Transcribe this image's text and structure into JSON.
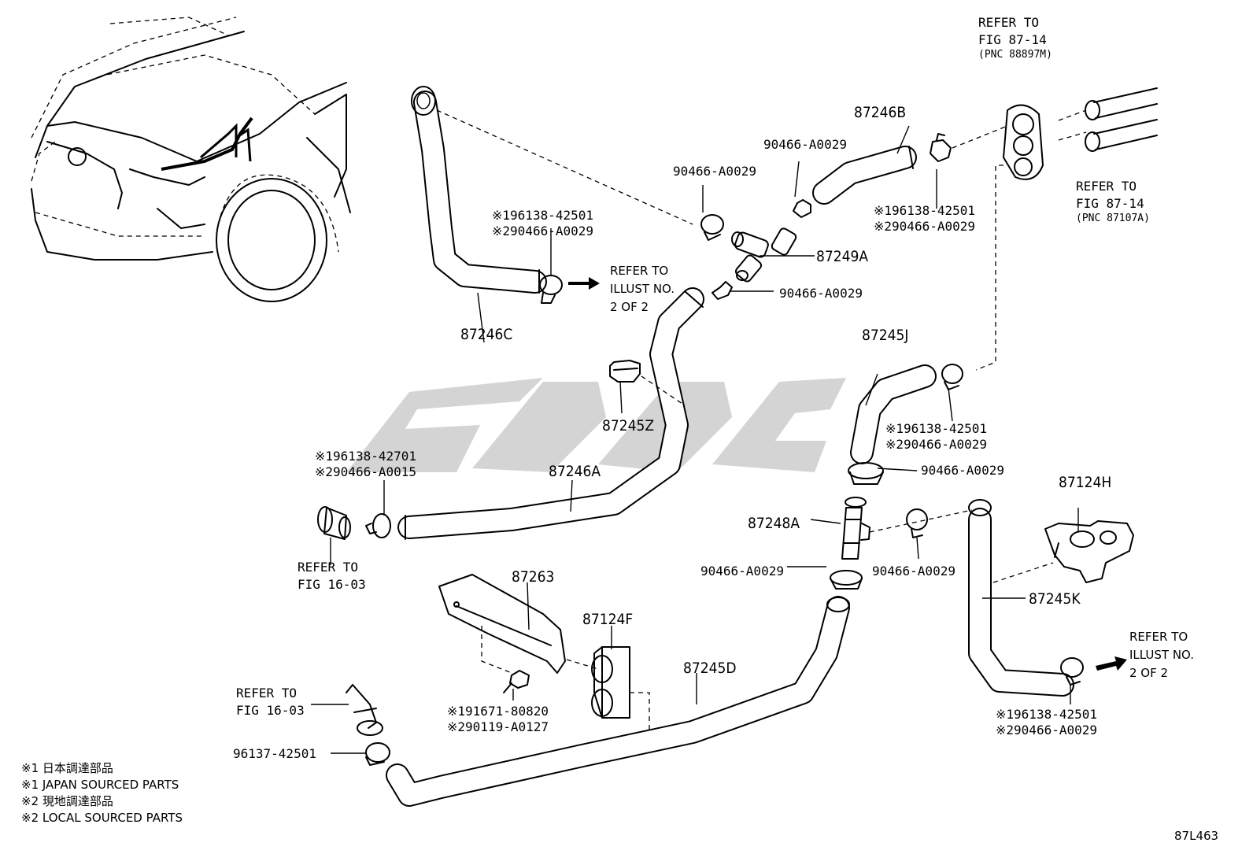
{
  "parts": {
    "p87246C": "87246C",
    "p87246B": "87246B",
    "p87249A": "87249A",
    "p87246A": "87246A",
    "p87245Z": "87245Z",
    "p87245J": "87245J",
    "p87248A": "87248A",
    "p87124H": "87124H",
    "p87245K": "87245K",
    "p87263": "87263",
    "p87124F": "87124F",
    "p87245D": "87245D"
  },
  "clips": {
    "c1_upper_mid": "90466-A0029",
    "c1_left_mid": "90466-A0029",
    "c1_tee_lower": "90466-A0029",
    "c1_right_j_lower": "90466-A0029",
    "c1_mid_right": "90466-A0029",
    "c1_mid_left": "90466-A0029",
    "c_96137": "96137-42501"
  },
  "dual_codes": {
    "left_a": {
      "l1": "※196138-42501",
      "l2": "※290466-A0029"
    },
    "right_b": {
      "l1": "※196138-42501",
      "l2": "※290466-A0029"
    },
    "right_j": {
      "l1": "※196138-42501",
      "l2": "※290466-A0029"
    },
    "left_a_hose": {
      "l1": "※196138-42701",
      "l2": "※290466-A0015"
    },
    "bolt": {
      "l1": "※191671-80820",
      "l2": "※290119-A0127"
    },
    "right_k": {
      "l1": "※196138-42501",
      "l2": "※290466-A0029"
    }
  },
  "refs": {
    "fig87_14_top": {
      "l1": "REFER TO",
      "l2": "FIG 87-14",
      "l3": "(PNC 88897M)"
    },
    "fig87_14_bottom": {
      "l1": "REFER TO",
      "l2": "FIG 87-14",
      "l3": "(PNC 87107A)"
    },
    "illust_upper": {
      "l1": "REFER TO",
      "l2": "ILLUST NO.",
      "l3": "2 OF 2"
    },
    "illust_lower": {
      "l1": "REFER TO",
      "l2": "ILLUST NO.",
      "l3": "2 OF 2"
    },
    "fig16_03_mid": {
      "l1": "REFER TO",
      "l2": "FIG 16-03"
    },
    "fig16_03_low": {
      "l1": "REFER TO",
      "l2": "FIG 16-03"
    }
  },
  "notes": {
    "n1": "※1 日本調達部品",
    "n2": "※1 JAPAN SOURCED PARTS",
    "n3": "※2 現地調達部品",
    "n4": "※2 LOCAL SOURCED PARTS"
  },
  "figure_code": "87L463",
  "watermark_color": "#cfcfcf"
}
